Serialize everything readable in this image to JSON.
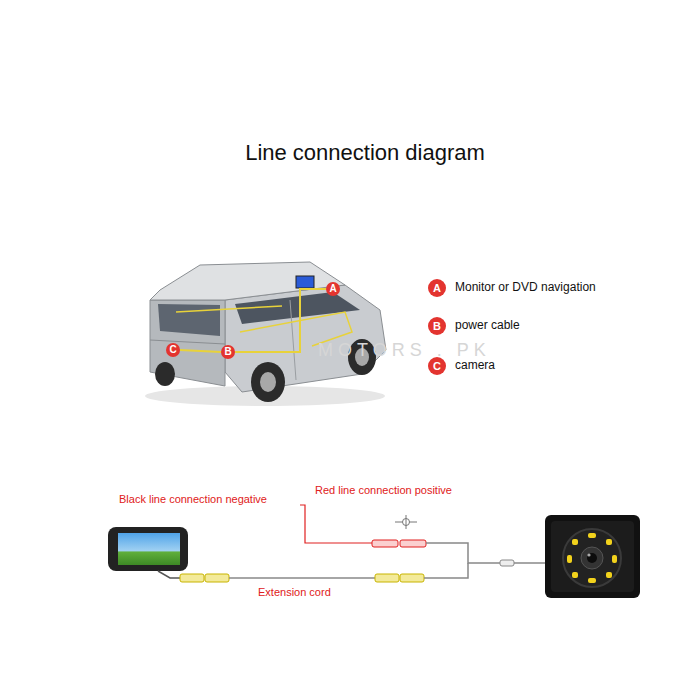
{
  "diagram": {
    "title": "Line connection diagram",
    "nodes": [
      {
        "text": [
          "C"
        ]
      },
      {
        "text": [
          "B"
        ]
      },
      {
        "text": [
          "A"
        ]
      },
      {
        "text": [
          "A"
        ]
      },
      {
        "text": [
          "B"
        ]
      },
      {
        "text": [
          "C"
        ]
      }
    ],
    "edges": [
      {
        "from": 0,
        "to": 1,
        "arrow": "none"
      },
      {
        "from": 1,
        "to": 2,
        "arrow": "none"
      }
    ],
    "labels": [
      "Monitor or DVD navigation",
      "power cable",
      "camera",
      "MOTORS . PK",
      "Black line connection negative",
      "Red line connection positive",
      "Extension cord"
    ]
  }
}
